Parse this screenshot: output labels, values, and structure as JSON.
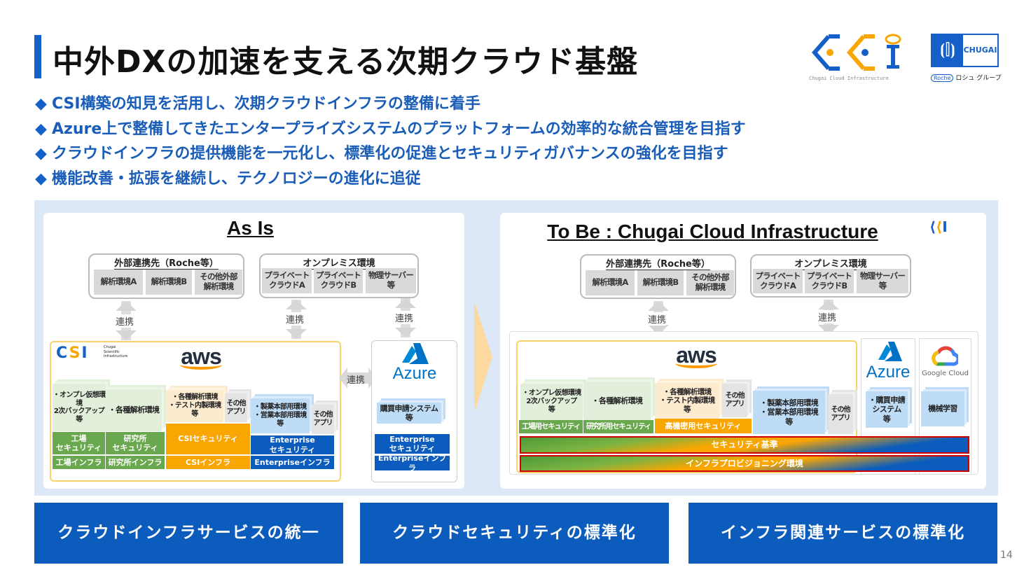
{
  "title": "中外DXの加速を支える次期クラウド基盤",
  "logos": {
    "cci": "CCI",
    "cci_sub": "Chugai Cloud Infrastructure",
    "chugai": "CHUGAI",
    "roche": "Roche",
    "roche_group": "ロシュ グループ",
    "csi_sub": "Chugai Scientific Infrastructure"
  },
  "bullets": [
    "CSI構築の知見を活用し、次期クラウドインフラの整備に着手",
    "Azure上で整備してきたエンタープライズシステムのプラットフォームの効率的な統合管理を目指す",
    "クラウドインフラの提供機能を一元化し、標準化の促進とセキュリティガバナンスの強化を目指す",
    "機能改善・拡張を継続し、テクノロジーの進化に追従"
  ],
  "asis": {
    "title": "As Is",
    "ext": {
      "label": "外部連携先（Roche等）",
      "items": [
        "解析環境A",
        "解析環境B",
        "その他外部\n解析環境"
      ]
    },
    "onp": {
      "label": "オンプレミス環境",
      "items": [
        "プライベート\nクラウドA",
        "プライベート\nクラウドB",
        "物理サーバー\n等"
      ]
    },
    "link": "連携",
    "aws": "aws",
    "azure": "Azure",
    "apps": [
      "・オンプレ仮想環境\n2次バックアップ\n等",
      "・各種解析環境",
      "・各種解析環境\n・テスト内製環境\n等",
      "その他\nアプリ",
      "・製薬本部用環境\n・営業本部用環境\n等",
      "その他\nアプリ"
    ],
    "security": [
      "工場\nセキュリティ",
      "研究所\nセキュリティ",
      "CSIセキュリティ",
      "Enterprise\nセキュリティ"
    ],
    "infra": [
      "工場インフラ",
      "研究所インフラ",
      "CSIインフラ",
      "Enterpriseインフラ"
    ],
    "azure_app": "購買申請システム\n等",
    "azure_sec": "Enterprise\nセキュリティ",
    "azure_infra": "Enterpriseインフラ"
  },
  "tobe": {
    "title": "To Be : Chugai Cloud Infrastructure",
    "ext": {
      "label": "外部連携先（Roche等）",
      "items": [
        "解析環境A",
        "解析環境B",
        "その他外部\n解析環境"
      ]
    },
    "onp": {
      "label": "オンプレミス環境",
      "items": [
        "プライベート\nクラウドA",
        "プライベート\nクラウドB",
        "物理サーバー\n等"
      ]
    },
    "link": "連携",
    "aws": "aws",
    "azure": "Azure",
    "google": "Google Cloud",
    "apps": [
      "・オンプレ仮想環境\n2次バックアップ\n等",
      "・各種解析環境",
      "・各種解析環境\n・テスト内製環境\n等",
      "その他\nアプリ",
      "・製薬本部用環境\n・営業本部用環境\n等",
      "その他\nアプリ"
    ],
    "security": [
      "工場用セキュリティ",
      "研究所用セキュリティ",
      "高機密用セキュリティ"
    ],
    "azure_app": "・購買申請\nシステム\n等",
    "google_app": "機械学習",
    "standard": "セキュリティ基準",
    "provisioning": "インフラプロビジョニング環境"
  },
  "buttons": [
    "クラウドインフラサービスの統一",
    "クラウドセキュリティの標準化",
    "インフラ関連サービスの標準化"
  ],
  "page_number": "14",
  "colors": {
    "accent": "#1560c8",
    "green": "#6aa84f",
    "orange": "#f9a602",
    "blue": "#0b5cbd"
  }
}
